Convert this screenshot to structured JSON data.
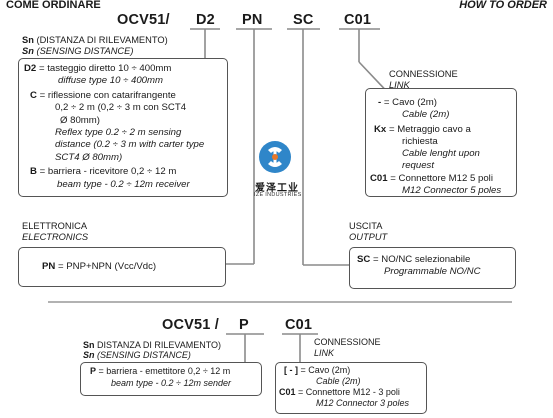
{
  "header": {
    "left_title": "COME ORDINARE",
    "right_title": "HOW TO ORDER"
  },
  "top": {
    "code": {
      "base": "OCV51/",
      "seg1": "D2",
      "seg2": "PN",
      "seg3": "SC",
      "seg4": "C01"
    },
    "sn": {
      "label_it_bold": "Sn",
      "label_it": "(DISTANZA DI RILEVAMENTO)",
      "label_en_bold": "Sn",
      "label_en": "(SENSING DISTANCE)"
    },
    "distance": [
      {
        "code": "D2",
        "it": "= tasteggio diretto 10 ÷ 400mm",
        "en": "diffuse type 10 ÷ 400mm"
      },
      {
        "code": "C",
        "it1": "= riflessione con catarifrangente",
        "it2": "0,2 ÷ 2 m (0,2 ÷ 3 m  con SCT4",
        "it3": "Ø 80mm)",
        "en1": "Reflex type 0.2 ÷ 2 m sensing",
        "en2": "distance (0.2 ÷ 3 m with carter type",
        "en3": "SCT4 Ø 80mm)"
      },
      {
        "code": "B",
        "it": "= barriera - ricevitore 0,2 ÷ 12 m",
        "en": "beam type - 0.2 ÷ 12m  receiver"
      }
    ],
    "electronics": {
      "title_it": "ELETTRONICA",
      "title_en": "ELECTRONICS",
      "code": "PN",
      "text": "= PNP+NPN (Vcc/Vdc)"
    },
    "connection": {
      "title_it": "CONNESSIONE",
      "title_en": "LINK",
      "items": [
        {
          "code": "-",
          "it": "= Cavo  (2m)",
          "en": "Cable (2m)"
        },
        {
          "code": "Kx",
          "it1": "= Metraggio cavo a",
          "it2": "richiesta",
          "en1": "Cable lenght upon",
          "en2": "request"
        },
        {
          "code": "C01",
          "it": "= Connettore M12 5 poli",
          "en": "M12 Connector 5 poles"
        }
      ]
    },
    "output": {
      "title_it": "USCITA",
      "title_en": "OUTPUT",
      "code": "SC",
      "it": "= NO/NC selezionabile",
      "en": "Programmable NO/NC"
    }
  },
  "logo": {
    "text": "爱泽工业",
    "sub": "IZE INDUSTRIES"
  },
  "bottom": {
    "code": {
      "base": "OCV51 /",
      "seg1": "P",
      "seg2": "C01"
    },
    "sn": {
      "label_it_bold": "Sn",
      "label_it": "DISTANZA DI RILEVAMENTO)",
      "label_en_bold": "Sn",
      "label_en": "(SENSING DISTANCE)"
    },
    "distance": {
      "code": "P",
      "it": "= barriera - emettitore 0,2 ÷ 12 m",
      "en": "beam type -  0.2 ÷ 12m sender"
    },
    "connection": {
      "title_it": "CONNESSIONE",
      "title_en": "LINK",
      "items": [
        {
          "code": "[ - ]",
          "it": "= Cavo  (2m)",
          "en": "Cable (2m)"
        },
        {
          "code": "C01",
          "it": "= Connettore M12 - 3 poli",
          "en": "M12 Connector 3 poles"
        }
      ]
    }
  },
  "colors": {
    "line": "#8a8a8a",
    "box_border": "#555555",
    "separator": "#999999",
    "logo_blue": "#2f86c9",
    "logo_orange": "#e8782a"
  }
}
